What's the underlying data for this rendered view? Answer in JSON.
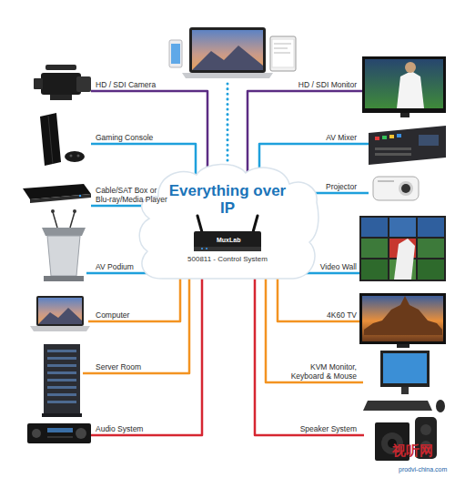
{
  "diagram": {
    "nodes": [
      {
        "text": [
          "Everything over IP",
          "500811 - Control System"
        ]
      },
      {
        "text": [
          "HD / SDI Camera"
        ]
      },
      {
        "text": [
          "Gaming Console"
        ]
      },
      {
        "text": [
          "Cable/SAT Box or Blu-ray/Media Player"
        ]
      },
      {
        "text": [
          "AV Podium"
        ]
      },
      {
        "text": [
          "Computer"
        ]
      },
      {
        "text": [
          "Server Room"
        ]
      },
      {
        "text": [
          "Audio System"
        ]
      },
      {
        "text": [
          "HD / SDI Monitor"
        ]
      },
      {
        "text": [
          "AV Mixer"
        ]
      },
      {
        "text": [
          "Projector"
        ]
      },
      {
        "text": [
          "Video Wall"
        ]
      },
      {
        "text": [
          "4K60 TV"
        ]
      },
      {
        "text": [
          "KVM Monitor, Keyboard & Mouse"
        ]
      },
      {
        "text": [
          "Speaker System"
        ]
      }
    ],
    "edges": [
      {
        "from": 0,
        "to": 1,
        "arrow": "none"
      },
      {
        "from": 0,
        "to": 2,
        "arrow": "none"
      },
      {
        "from": 0,
        "to": 3,
        "arrow": "none"
      },
      {
        "from": 0,
        "to": 4,
        "arrow": "none"
      },
      {
        "from": 0,
        "to": 5,
        "arrow": "none"
      },
      {
        "from": 0,
        "to": 6,
        "arrow": "none"
      },
      {
        "from": 0,
        "to": 7,
        "arrow": "none"
      },
      {
        "from": 0,
        "to": 8,
        "arrow": "none"
      },
      {
        "from": 0,
        "to": 9,
        "arrow": "none"
      },
      {
        "from": 0,
        "to": 10,
        "arrow": "none"
      },
      {
        "from": 0,
        "to": 11,
        "arrow": "none"
      },
      {
        "from": 0,
        "to": 12,
        "arrow": "none"
      },
      {
        "from": 0,
        "to": 13,
        "arrow": "none"
      },
      {
        "from": 0,
        "to": 14,
        "arrow": "none"
      }
    ],
    "labels": [
      "MuxLab",
      "视听网",
      "prodvi-china.com"
    ]
  }
}
